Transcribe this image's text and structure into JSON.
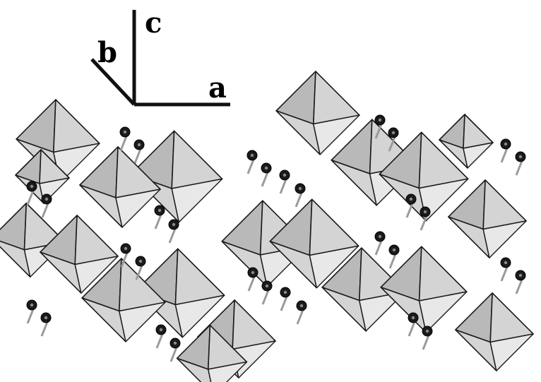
{
  "axes": {
    "a_label": "a",
    "b_label": "b",
    "c_label": "c"
  },
  "colors": {
    "polyhedron_light": "#d4d4d4",
    "polyhedron_mid": "#b9b9b9",
    "polyhedron_dark": "#333333",
    "atom": "#1a1a1a",
    "background": "#ffffff"
  }
}
